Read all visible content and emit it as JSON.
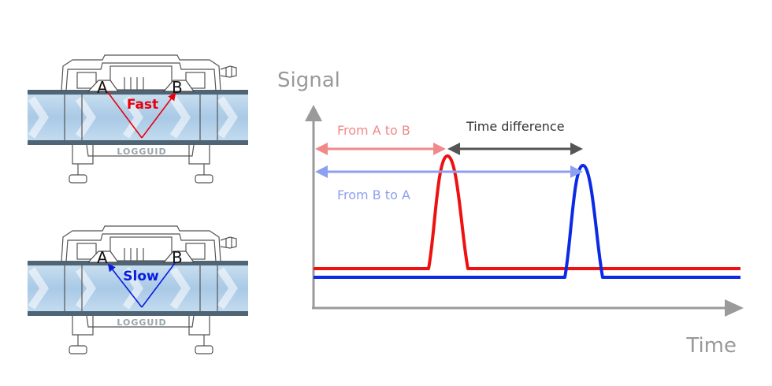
{
  "sensor_top": {
    "label_a": "A",
    "label_b": "B",
    "path_label": "Fast",
    "path_color": "#e8000b"
  },
  "sensor_bottom": {
    "label_a": "A",
    "label_b": "B",
    "path_label": "Slow",
    "path_color": "#0a1be0"
  },
  "graph": {
    "y_axis_label": "Signal",
    "x_axis_label": "Time",
    "axis_color": "#9a9a9a",
    "a_to_b": {
      "label": "From A to B",
      "color": "#f08a8a",
      "signal_color": "#ee1111"
    },
    "b_to_a": {
      "label": "From B to A",
      "color": "#8d9ff0",
      "signal_color": "#0a2ae6"
    },
    "time_difference": {
      "label": "Time difference",
      "color": "#555555"
    }
  }
}
